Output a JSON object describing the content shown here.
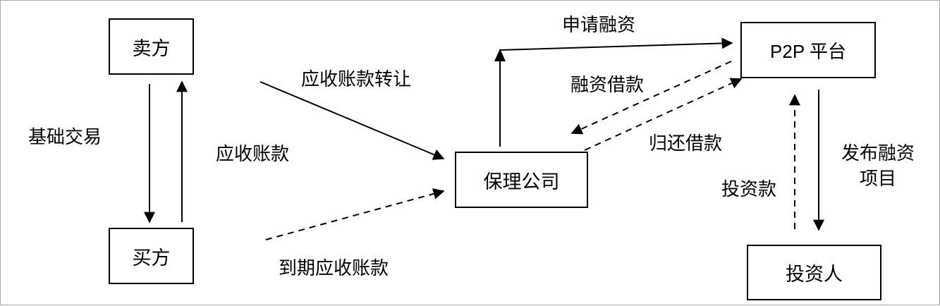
{
  "nodes": {
    "seller": "卖方",
    "buyer": "买方",
    "factoring": "保理公司",
    "platform": "P2P 平台",
    "investor": "投资人"
  },
  "edge_labels": {
    "basic_trade": "基础交易",
    "receivable": "应收账款",
    "transfer": "应收账款转让",
    "due_receivable": "到期应收账款",
    "apply_financing": "申请融资",
    "financing_loan": "融资借款",
    "repay_loan": "归还借款",
    "investment": "投资款",
    "publish_line1": "发布融资",
    "publish_line2": "项目"
  }
}
